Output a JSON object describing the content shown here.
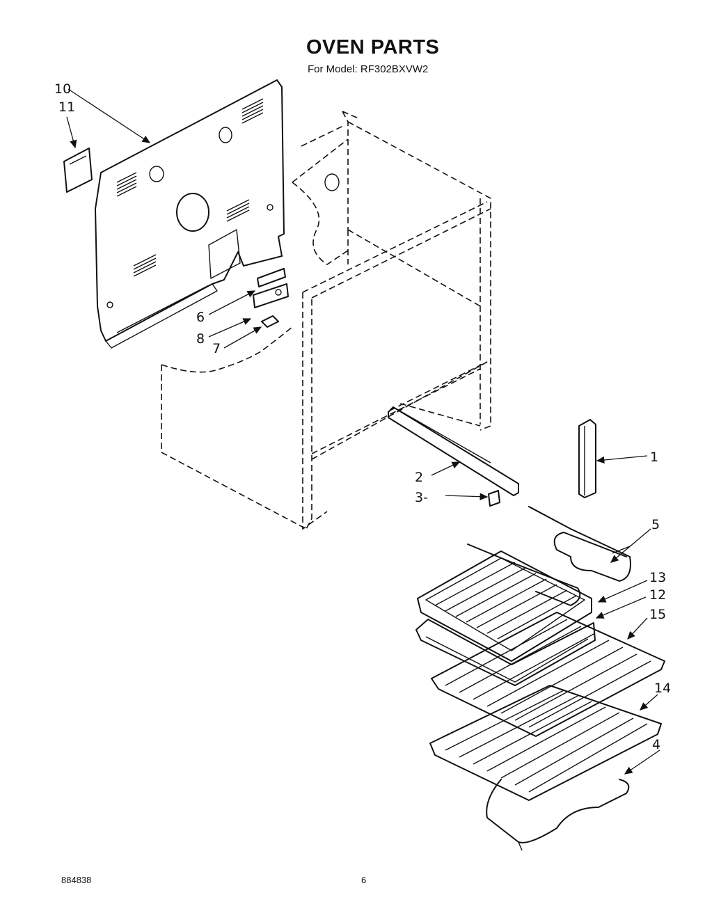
{
  "header": {
    "title": "OVEN PARTS",
    "subtitle": "For Model: RF302BXVW2"
  },
  "footer": {
    "doc_number": "884838",
    "page_number": "6"
  },
  "callouts": {
    "c1": "1",
    "c2": "2",
    "c3": "3-",
    "c4": "4",
    "c5": "5",
    "c6": "6",
    "c7": "7",
    "c8": "8",
    "c10": "10",
    "c11": "11",
    "c12": "12",
    "c13": "13",
    "c14": "14",
    "c15": "15"
  }
}
